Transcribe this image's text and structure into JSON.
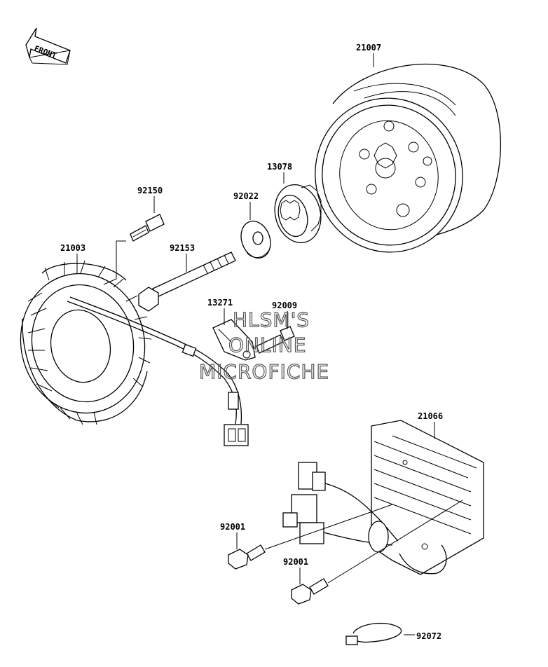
{
  "front_arrow": {
    "label": "FRONT",
    "icon": "front-direction-arrow-icon"
  },
  "parts": {
    "flywheel": "21007",
    "starter_gear": "13078",
    "washer": "92022",
    "bolt_top": "92150",
    "stator": "21003",
    "bolt_long": "92153",
    "pickup_coil": "13271",
    "pickup_bolt": "92009",
    "regulator": "21066",
    "bolt_regulator_1": "92001",
    "bolt_regulator_2": "92001",
    "band": "92072"
  },
  "watermark": {
    "line1": "HLSM'S",
    "line2": "ONLINE",
    "line3": "MICROFICHE"
  }
}
